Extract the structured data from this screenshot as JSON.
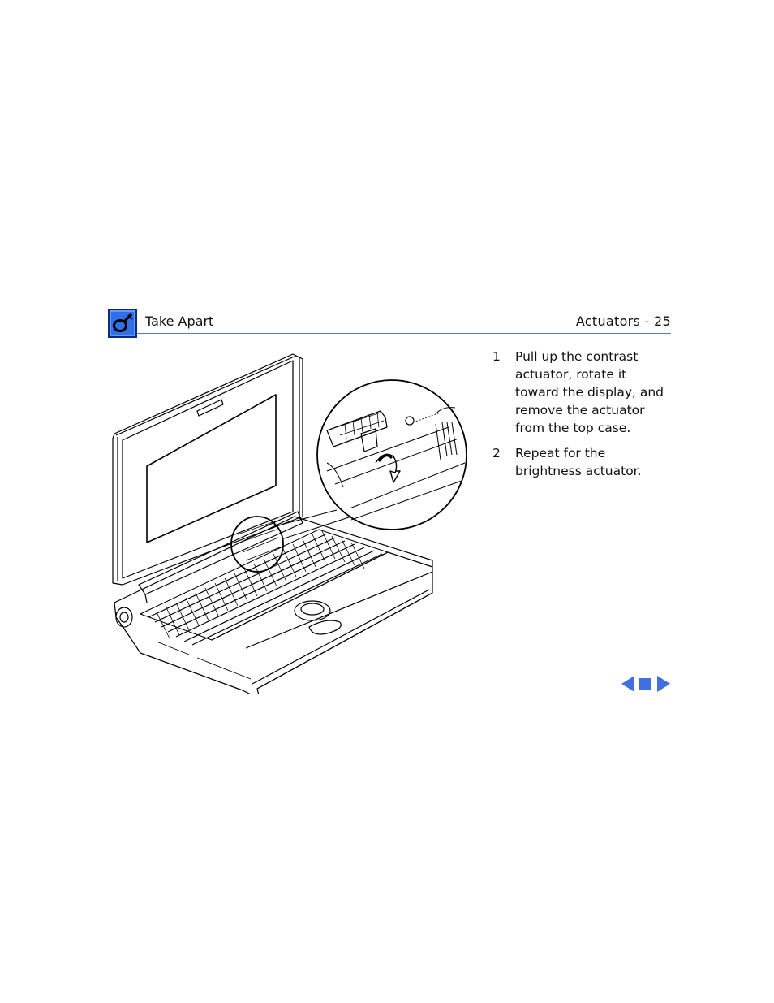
{
  "header": {
    "section": "Take Apart",
    "page": "Actuators -  25"
  },
  "colors": {
    "accent_blue": "#3f6fe0",
    "rule": "#5b7fb0",
    "logo_blue": "#2f6fe8"
  },
  "icons": {
    "logo": "wrench-tool-icon",
    "nav_prev": "triangle-left-icon",
    "nav_home": "square-icon",
    "nav_next": "triangle-right-icon"
  },
  "steps": [
    {
      "num": "1",
      "lines": [
        "Pull up the contrast",
        "actuator, rotate it",
        "toward the display, and",
        "remove the actuator",
        "from the top case."
      ]
    },
    {
      "num": "2",
      "lines": [
        "Repeat for the",
        "brightness actuator."
      ]
    }
  ]
}
